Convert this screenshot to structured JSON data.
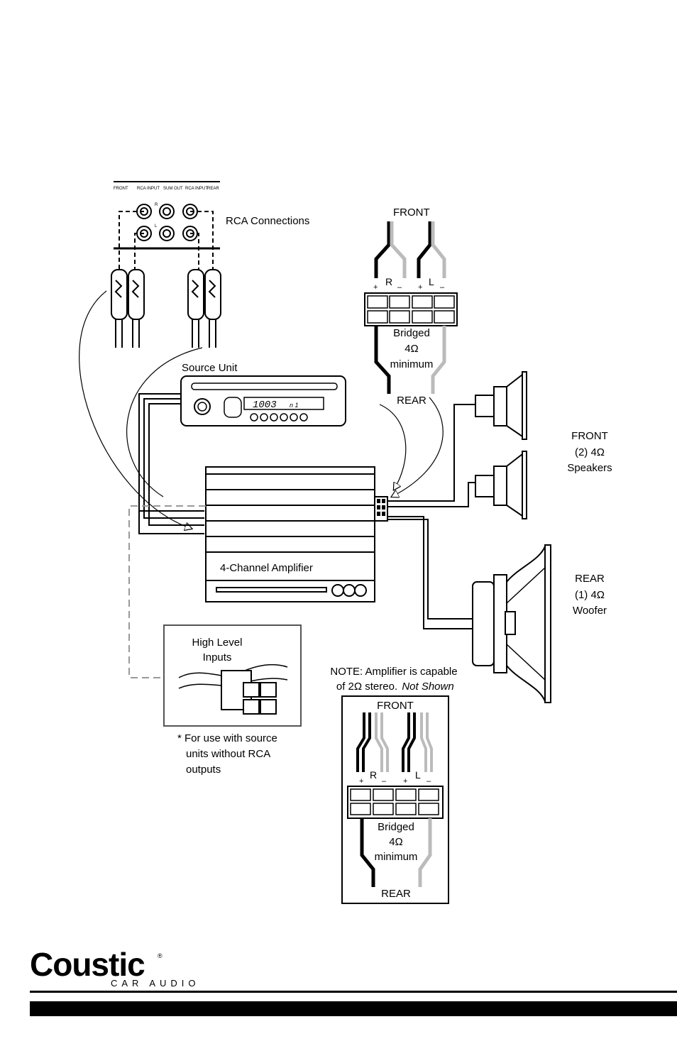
{
  "rca_panel": {
    "title": "RCA Connections",
    "front": "FRONT",
    "rear": "REAR",
    "rca_input_left": "RCA INPUT",
    "sum_out": "SUM OUT",
    "rca_input_right": "RCA INPUT",
    "r": "R",
    "l": "L"
  },
  "front_terminal": {
    "title": "FRONT",
    "plus_r": "+",
    "r": "R",
    "minus_r": "–",
    "plus_l": "+",
    "l": "L",
    "minus_l": "–",
    "bridged_line1": "Bridged",
    "bridged_line2": "4Ω",
    "bridged_line3": "minimum",
    "rear": "REAR"
  },
  "source_unit": {
    "label": "Source Unit",
    "display": "1003",
    "display_small": "n 1"
  },
  "amplifier": {
    "label": "4-Channel Amplifier"
  },
  "front_speakers": {
    "line1": "FRONT",
    "line2": "(2) 4Ω",
    "line3": "Speakers"
  },
  "rear_woofer": {
    "line1": "REAR",
    "line2": "(1) 4Ω",
    "line3": "Woofer"
  },
  "high_level": {
    "line1": "High Level",
    "line2": "Inputs",
    "note_line1": "* For use with source",
    "note_line2": "units without RCA",
    "note_line3": "outputs"
  },
  "note": {
    "line1": "NOTE: Amplifier is capable",
    "line2a": "of 2Ω stereo.",
    "line2b": "Not Shown"
  },
  "inset": {
    "front": "FRONT",
    "plus_r": "+",
    "r": "R",
    "minus_r": "–",
    "plus_l": "+",
    "l": "L",
    "minus_l": "–",
    "bridged_line1": "Bridged",
    "bridged_line2": "4Ω",
    "bridged_line3": "minimum",
    "rear": "REAR"
  },
  "brand": {
    "logo": "Coustic",
    "tagline": "CAR AUDIO",
    "registered": "®"
  }
}
